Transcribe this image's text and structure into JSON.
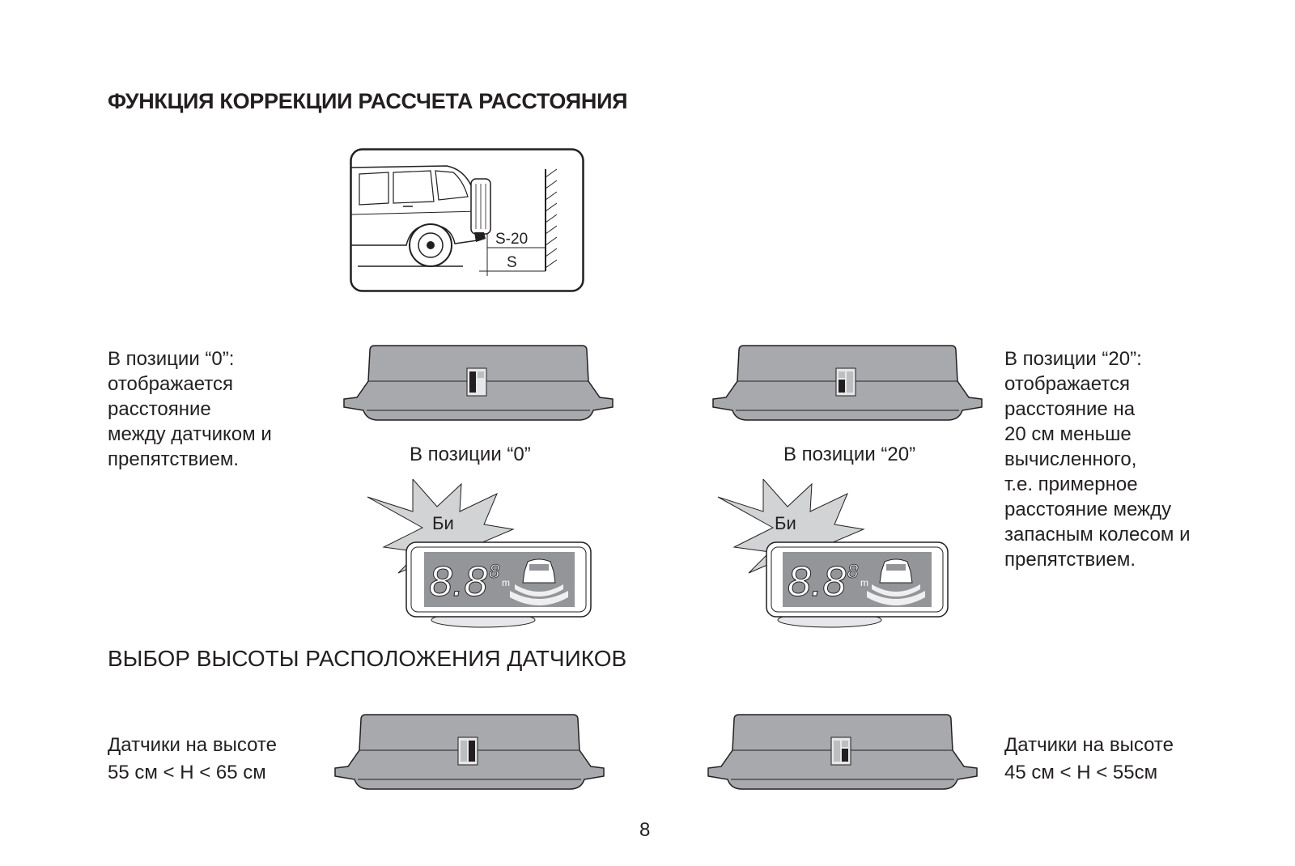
{
  "section1": {
    "title": "ФУНКЦИЯ КОРРЕКЦИИ РАССЧЕТА РАССТОЯНИЯ",
    "car_diagram": {
      "label_top": "S-20",
      "label_bottom": "S"
    },
    "left_text": "В позиции “0”:\nотображается\nрасстояние\nмежду датчиком и\nпрепятствием.",
    "right_text": "В позиции “20”:\nотображается\nрасстояние на\n20 см меньше\nвычисленного,\nт.е. примерное\nрасстояние между\nзапасным колесом и\nпрепятствием.",
    "switch_left_caption": "В позиции “0”",
    "switch_right_caption": "В позиции “20”",
    "display_left": {
      "beep": "Би",
      "digits": "8.8",
      "small_digit": "8",
      "unit": "m"
    },
    "display_right": {
      "beep": "Би",
      "digits": "8.8",
      "small_digit": "8",
      "unit": "m"
    }
  },
  "section2": {
    "title": "ВЫБОР ВЫСОТЫ РАСПОЛОЖЕНИЯ ДАТЧИКОВ",
    "left_text": "Датчики на высоте\n55 см < H < 65 см",
    "right_text": "Датчики на высоте\n45 см < H < 55см"
  },
  "page_number": "8"
}
